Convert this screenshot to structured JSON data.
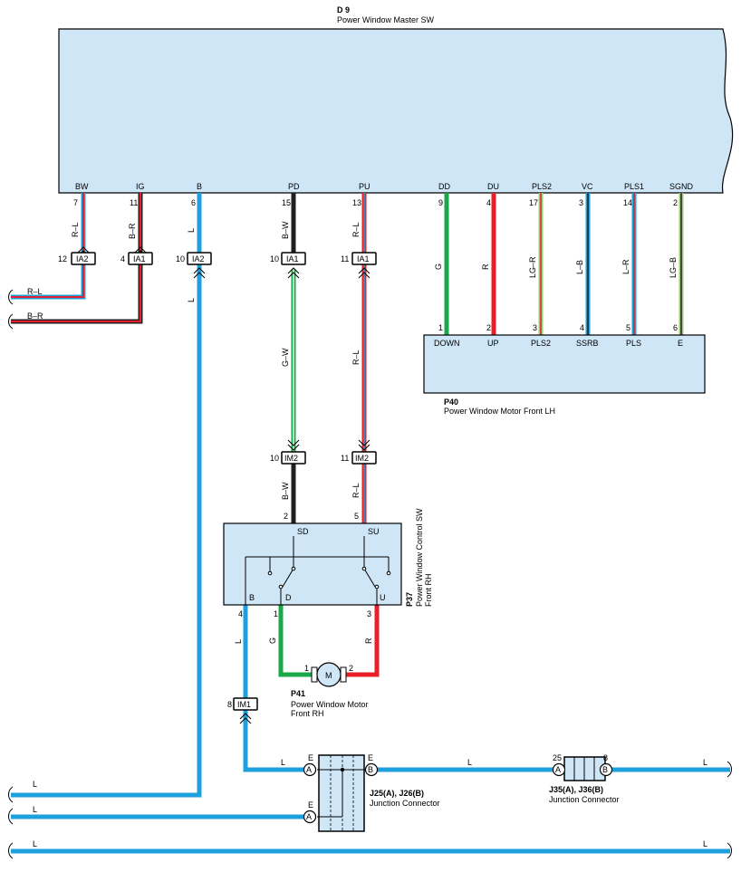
{
  "components": {
    "d9": {
      "code": "D 9",
      "name": "Power Window Master SW",
      "pins": [
        "BW",
        "IG",
        "B",
        "PD",
        "PU",
        "DD",
        "DU",
        "PLS2",
        "VC",
        "PLS1",
        "SGND"
      ],
      "pin_numbers": [
        "7",
        "11",
        "6",
        "15",
        "13",
        "9",
        "4",
        "17",
        "3",
        "14",
        "2"
      ]
    },
    "p40": {
      "code": "P40",
      "name": "Power Window Motor Front LH",
      "pins": [
        "DOWN",
        "UP",
        "PLS2",
        "SSRB",
        "PLS",
        "E"
      ],
      "pin_numbers": [
        "1",
        "2",
        "3",
        "4",
        "5",
        "6"
      ]
    },
    "p37": {
      "code": "P37",
      "name_line1": "Power Window Control SW",
      "name_line2": "Front RH",
      "pins": {
        "sd": "SD",
        "su": "SU",
        "b": "B",
        "d": "D",
        "u": "U"
      },
      "pin_numbers": {
        "sd": "2",
        "su": "5",
        "b": "4",
        "d": "1",
        "u": "3"
      }
    },
    "p41": {
      "code": "P41",
      "name_line1": "Power Window Motor",
      "name_line2": "Front RH",
      "symbol": "M",
      "pin_numbers": [
        "1",
        "2"
      ]
    },
    "j25": {
      "code": "J25(A), J26(B)",
      "name": "Junction Connector"
    },
    "j35": {
      "code": "J35(A), J36(B)",
      "name": "Junction Connector",
      "pin_left": "25",
      "pin_right": "8"
    }
  },
  "connectors": {
    "ia2_bw": {
      "label": "IA2",
      "pin": "12"
    },
    "ia1_ig": {
      "label": "IA1",
      "pin": "4"
    },
    "ia2_b": {
      "label": "IA2",
      "pin": "10"
    },
    "ia1_pd": {
      "label": "IA1",
      "pin": "10"
    },
    "ia1_pu": {
      "label": "IA1",
      "pin": "11"
    },
    "im2_pd": {
      "label": "IM2",
      "pin": "10"
    },
    "im2_pu": {
      "label": "IM2",
      "pin": "11"
    },
    "im1": {
      "label": "IM1",
      "pin": "8"
    }
  },
  "wires": {
    "bw": "R–L",
    "ig": "B–R",
    "b": "L",
    "pd_top": "B–W",
    "pu_top": "R–L",
    "pd_mid": "G–W",
    "pu_mid": "R–L",
    "pd_bot": "B–W",
    "pu_bot": "R–L",
    "dd": "G",
    "du": "R",
    "pls2": "LG–R",
    "vc": "L–B",
    "pls1": "L–R",
    "sgnd": "LG–B",
    "left_rl": "R–L",
    "left_br": "B–R",
    "b_down": "L",
    "bsw": "L",
    "motor_g": "G",
    "motor_r": "R",
    "bus_l": "L",
    "bus_letter_e": "E",
    "letter_a": "A",
    "letter_b": "B"
  },
  "colors": {
    "blue": "#1ea0dc",
    "red": "#e8202a",
    "green": "#1aa84a",
    "black": "#231f20",
    "lightgreen": "#9ccc7a",
    "box": "#cfe6f7"
  }
}
